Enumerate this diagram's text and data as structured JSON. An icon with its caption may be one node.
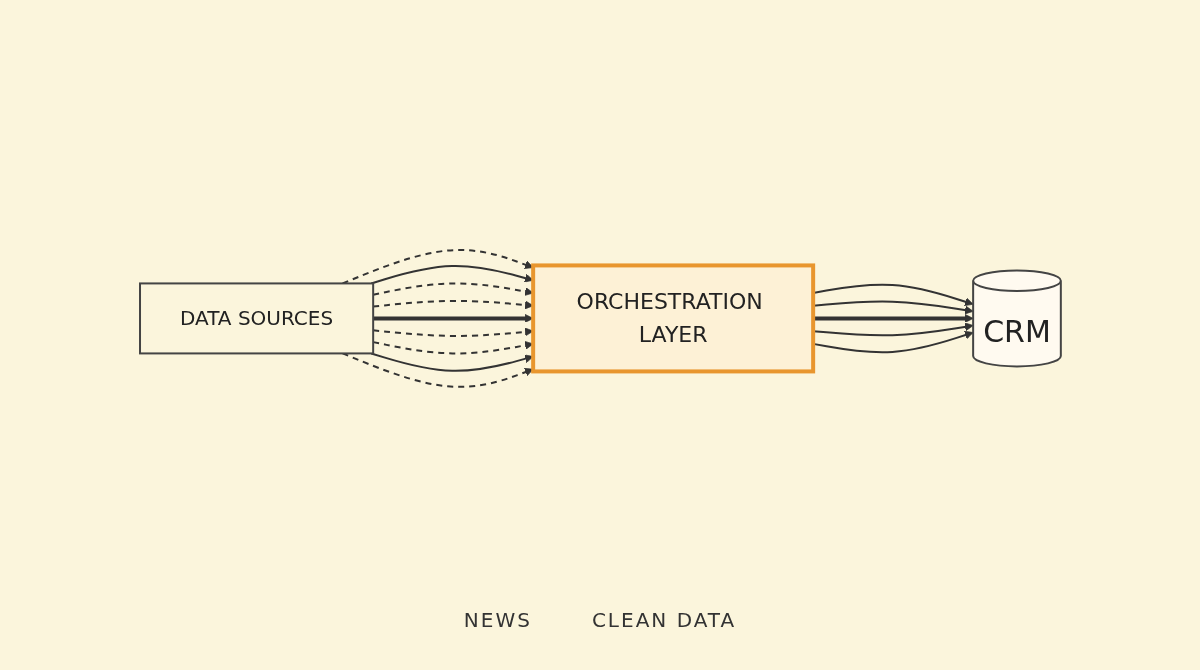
{
  "diagram": {
    "nodes": [
      {
        "text": [
          "DATA SOURCES"
        ]
      },
      {
        "text": [
          "ORCHESTRATION LAYER"
        ]
      },
      {
        "text": [
          "CRM"
        ]
      }
    ],
    "edges": [
      {
        "from": 0,
        "to": 1,
        "arrow": "to",
        "style": "dashed"
      },
      {
        "from": 0,
        "to": 1,
        "arrow": "to"
      },
      {
        "from": 0,
        "to": 1,
        "arrow": "to",
        "style": "dashed"
      },
      {
        "from": 0,
        "to": 1,
        "arrow": "to",
        "style": "dashed"
      },
      {
        "from": 0,
        "to": 1,
        "arrow": "to",
        "style": "thick"
      },
      {
        "from": 0,
        "to": 1,
        "arrow": "to",
        "style": "dashed"
      },
      {
        "from": 0,
        "to": 1,
        "arrow": "to",
        "style": "dashed"
      },
      {
        "from": 0,
        "to": 1,
        "arrow": "to"
      },
      {
        "from": 0,
        "to": 1,
        "arrow": "to",
        "style": "dashed"
      },
      {
        "from": 1,
        "to": 2,
        "arrow": "to"
      },
      {
        "from": 1,
        "to": 2,
        "arrow": "to"
      },
      {
        "from": 1,
        "to": 2,
        "arrow": "to",
        "style": "thick"
      },
      {
        "from": 1,
        "to": 2,
        "arrow": "to"
      },
      {
        "from": 1,
        "to": 2,
        "arrow": "to"
      }
    ],
    "labels": [
      "NEWS",
      "CLEAN DATA"
    ]
  }
}
